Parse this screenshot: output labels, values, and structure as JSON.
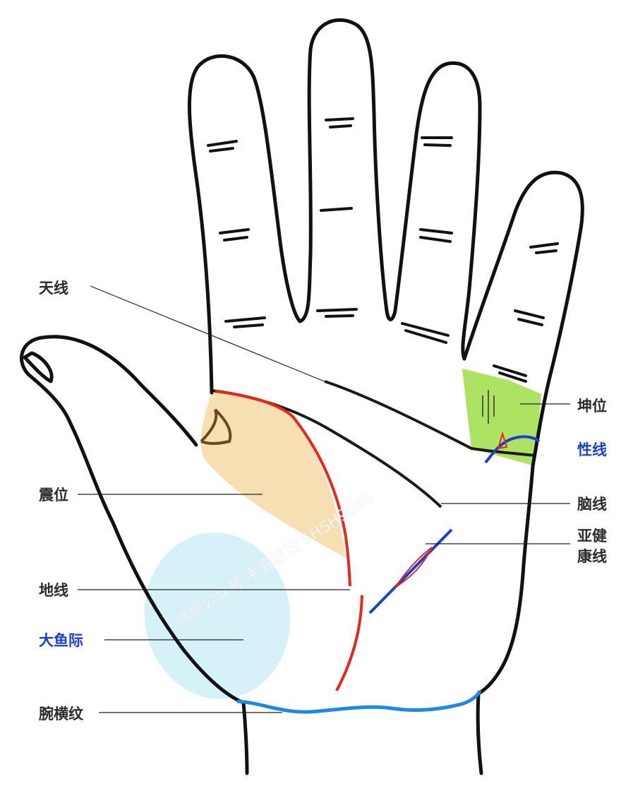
{
  "colors": {
    "outline": "#111111",
    "zhen_area": "#f3d9a6",
    "kun_area": "#a9e05a",
    "thenar_area": "#cdeef8",
    "earth_line": "#e8261a",
    "sex_line": "#1a3fd6",
    "health_line_blue": "#1a3fd6",
    "health_line_red": "#e8261a",
    "wrist_line": "#1e88e5",
    "label_dark": "#2b2b2b",
    "label_blue": "#1a3fd6"
  },
  "labels": {
    "heaven_line": "天线",
    "zhen_position": "震位",
    "earth_line": "地线",
    "thenar": "大鱼际",
    "wrist_crease": "腕横纹",
    "kun_position": "坤位",
    "sex_line": "性线",
    "head_line": "脑线",
    "subhealth_line_1": "亚健",
    "subhealth_line_2": "康线"
  },
  "watermark": {
    "text": "微信公众号 手会说话 SHSH9088"
  }
}
